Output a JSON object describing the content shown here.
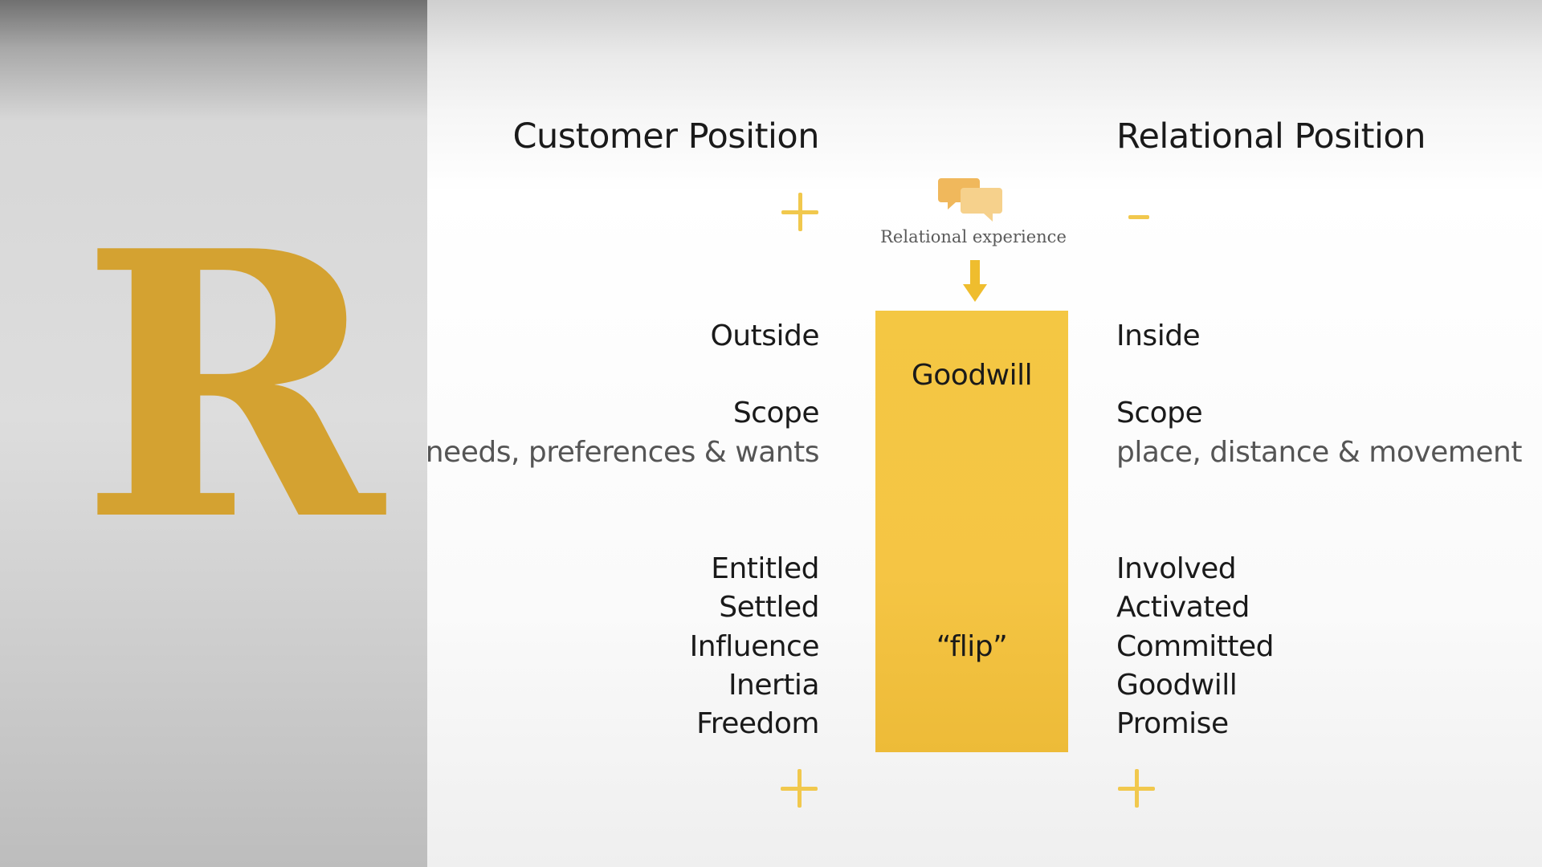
{
  "slide": {
    "letter": "R",
    "customer_heading": "Customer Position",
    "relational_heading": "Relational Position",
    "center_label": "Relational experience",
    "box_top_label": "Goodwill",
    "box_bottom_label": "“flip”",
    "left_column": {
      "top": "Outside",
      "scope": "Scope",
      "scope_detail": "needs, preferences & wants",
      "items": [
        "Entitled",
        "Settled",
        "Influence",
        "Inertia",
        "Freedom"
      ]
    },
    "right_column": {
      "top": "Inside",
      "scope": "Scope",
      "scope_detail": "place, distance & movement",
      "items": [
        "Involved",
        "Activated",
        "Committed",
        "Goodwill",
        "Promise"
      ]
    },
    "signs": {
      "left_top": "plus",
      "right_top": "minus",
      "left_bottom": "plus",
      "right_bottom": "plus"
    },
    "colors": {
      "accent": "#d4a231",
      "box_fill": "#f4c743",
      "sign_color": "#f1c84d",
      "bubble_color": "#f3c97a"
    },
    "icons": {
      "center_icon": "speech-bubbles-icon",
      "arrow_icon": "arrow-down-icon"
    }
  }
}
